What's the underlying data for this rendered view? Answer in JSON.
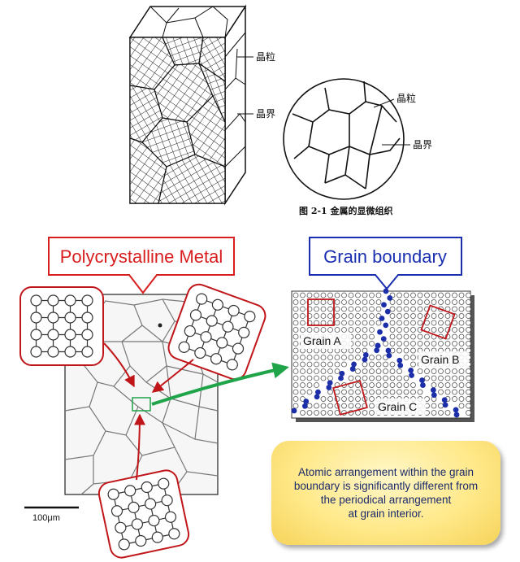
{
  "top_left_figure": {
    "labels": {
      "grain": "晶粒",
      "boundary": "晶界"
    }
  },
  "top_right_figure": {
    "labels": {
      "grain": "晶粒",
      "boundary": "晶界"
    },
    "caption": "图 2-1   金属的显微组织"
  },
  "polycrystal": {
    "callout": "Polycrystalline Metal",
    "scale_bar_label": "100μm",
    "callout_color": "#d81e1e"
  },
  "grain_panel": {
    "callout": "Grain boundary",
    "callout_color": "#1a2fb0",
    "grains": [
      {
        "label": "Grain A"
      },
      {
        "label": "Grain B"
      },
      {
        "label": "Grain C"
      }
    ]
  },
  "note": {
    "lines": [
      "Atomic arrangement within the grain",
      "boundary is significantly different from",
      "the periodical arrangement",
      "at grain interior."
    ]
  },
  "colors": {
    "arrow_green": "#1fa44a",
    "boundary_atom": "#1d2fa8",
    "note_bg": "#ffe98a"
  }
}
